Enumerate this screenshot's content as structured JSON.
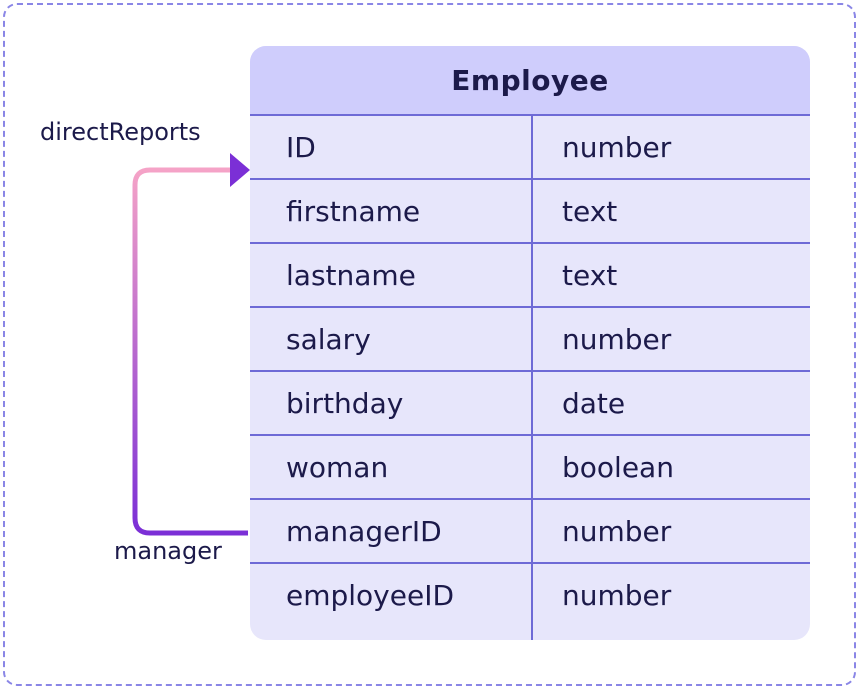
{
  "table": {
    "title": "Employee",
    "rows": [
      {
        "name": "ID",
        "type": "number"
      },
      {
        "name": "firstname",
        "type": "text"
      },
      {
        "name": "lastname",
        "type": "text"
      },
      {
        "name": "salary",
        "type": "number"
      },
      {
        "name": "birthday",
        "type": "date"
      },
      {
        "name": "woman",
        "type": "boolean"
      },
      {
        "name": "managerID",
        "type": "number"
      },
      {
        "name": "employeeID",
        "type": "number"
      }
    ]
  },
  "relation": {
    "from_label": "manager",
    "to_label": "directReports",
    "gradient_start": "#7b2fd6",
    "gradient_end": "#f5a3c7"
  }
}
